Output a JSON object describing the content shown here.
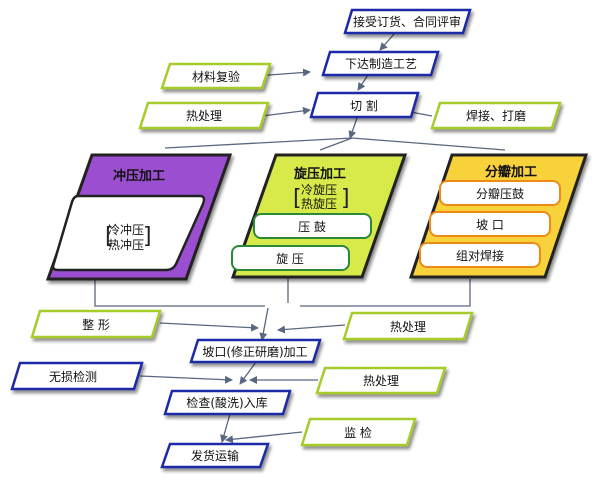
{
  "colors": {
    "blue": "#1a2aa8",
    "green": "#a6cc2a",
    "purple": "#9b4fd0",
    "lime": "#d7ea4a",
    "yellow": "#f7d23a",
    "orange": "#ee8a1a",
    "line": "#5a6780"
  },
  "steps": {
    "order_review": "接受订货、合同评审",
    "process": "下达制造工艺",
    "material_check": "材料复验",
    "cutting": "切  割",
    "heat_treat_1": "热处理",
    "weld_grind": "焊接、打磨",
    "shaping": "整  形",
    "heat_treat_2": "热处理",
    "bevel_machining": "坡口(修正研磨)加工",
    "nde": "无损检测",
    "heat_treat_3": "热处理",
    "inspection": "检查(酸洗)入库",
    "supervision": "监  检",
    "shipping": "发货运输"
  },
  "panels": {
    "stamping": {
      "title": "冲压加工",
      "sub1": "冷冲压",
      "sub2": "热冲压"
    },
    "spinning": {
      "title": "旋压加工",
      "sub1": "冷旋压",
      "sub2": "热旋压",
      "item1": "压  鼓",
      "item2": "旋  压"
    },
    "petal": {
      "title": "分瓣加工",
      "item1": "分瓣压鼓",
      "item2": "坡  口",
      "item3": "组对焊接"
    }
  }
}
